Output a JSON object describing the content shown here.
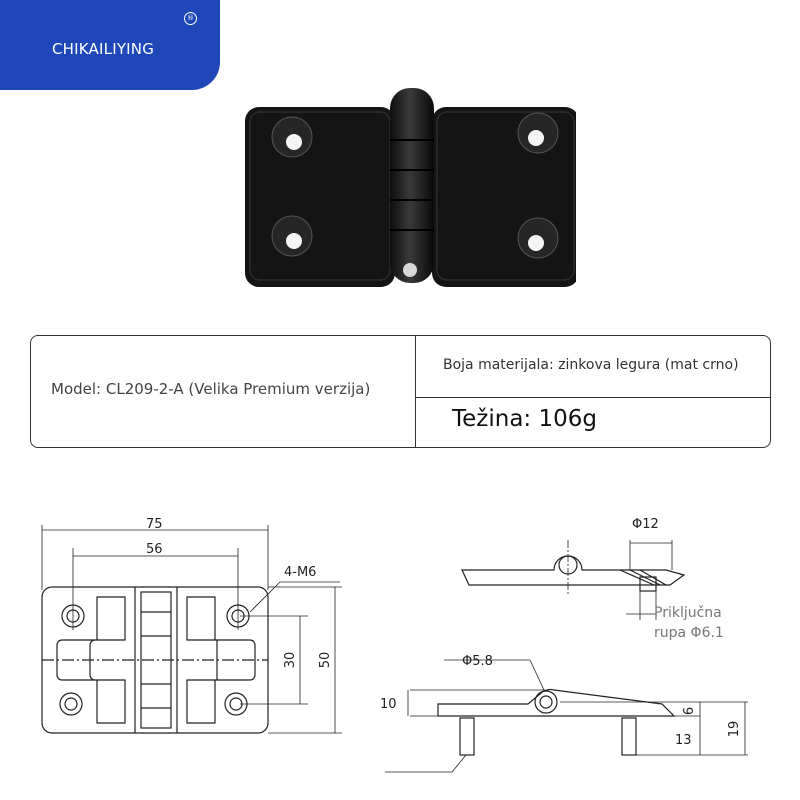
{
  "brand": {
    "name": "CHIKAILIYING",
    "registered_mark": "®",
    "accent_color": "#1f47b8"
  },
  "product": {
    "model": "Model: CL209-2-A (Velika Premium verzija)",
    "material": "Boja materijala: zinkova legura (mat crno)",
    "weight": "Težina: 106g"
  },
  "front_view": {
    "overall_width": "75",
    "hole_spacing_x": "56",
    "hole_spec": "4-M6",
    "hole_spacing_y": "30",
    "overall_height": "50"
  },
  "top_view": {
    "countersink_diameter": "Φ12",
    "hole_note_line1": "Priključna",
    "hole_note_line2": "rupa Φ6.1"
  },
  "side_view": {
    "pin_diameter": "Φ5.8",
    "pin_height": "10",
    "plate_thickness": "6",
    "stud_length": "13",
    "total_height": "19"
  }
}
